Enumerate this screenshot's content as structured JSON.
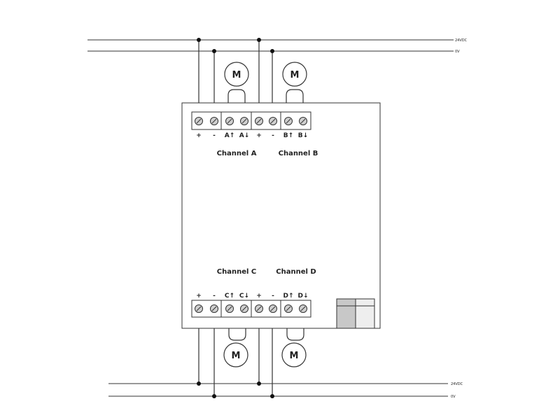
{
  "rails": {
    "top_24vdc": "24VDC",
    "top_0v": "0V",
    "bottom_24vdc": "24VDC",
    "bottom_0v": "0V"
  },
  "channels": {
    "a": "Channel A",
    "b": "Channel B",
    "c": "Channel C",
    "d": "Channel D"
  },
  "top_terminals": [
    "+",
    "-",
    "A↑",
    "A↓",
    "+",
    "-",
    "B↑",
    "B↓"
  ],
  "bottom_terminals": [
    "+",
    "-",
    "C↑",
    "C↓",
    "+",
    "-",
    "D↑",
    "D↓"
  ],
  "motors": {
    "a": "M",
    "b": "M",
    "c": "M",
    "d": "M"
  },
  "colors": {
    "line": "#333333",
    "terminal_fill": "#cfcfcf",
    "indicator_dark": "#c8c8c8",
    "indicator_light": "#eeeeee"
  }
}
